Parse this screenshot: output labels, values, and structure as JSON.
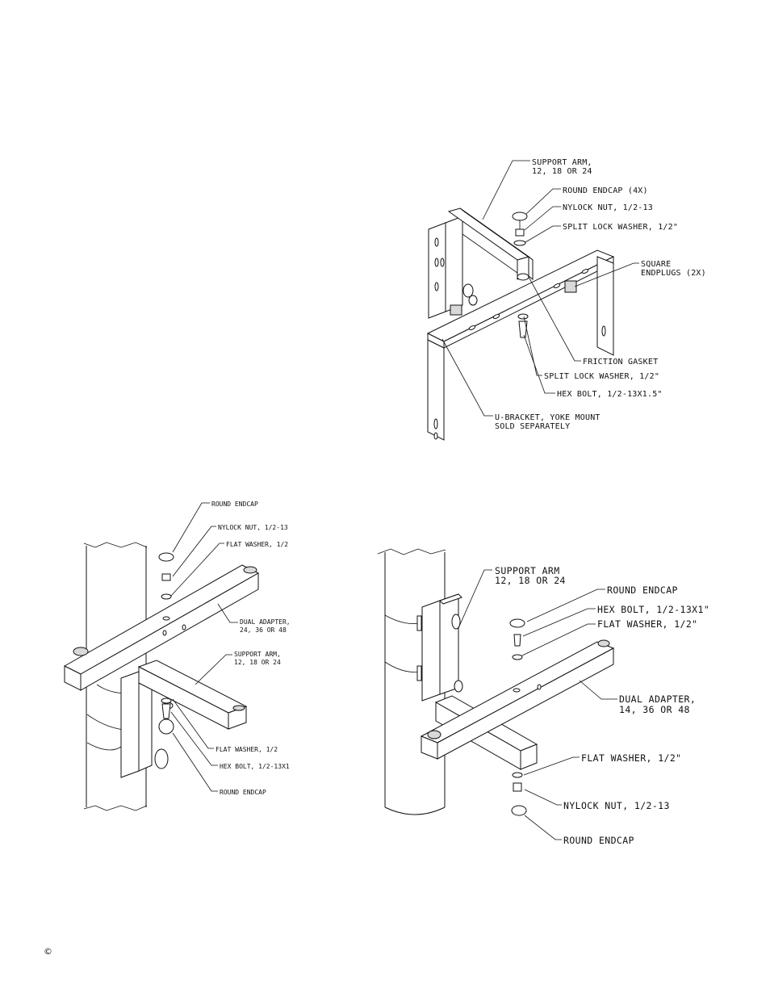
{
  "diagram_top": {
    "labels": {
      "support_arm": [
        "SUPPORT ARM,",
        "12, 18 OR 24"
      ],
      "round_endcap": "ROUND ENDCAP (4X)",
      "nylock_nut": "NYLOCK NUT, 1/2-13",
      "split_lock_washer_top": "SPLIT LOCK WASHER, 1/2\"",
      "square_endplugs": [
        "SQUARE",
        "ENDPLUGS (2X)"
      ],
      "friction_gasket": "FRICTION GASKET",
      "split_lock_washer_bottom": "SPLIT LOCK WASHER, 1/2\"",
      "hex_bolt": "HEX BOLT, 1/2-13X1.5\"",
      "u_bracket": [
        "U-BRACKET, YOKE MOUNT",
        "SOLD SEPARATELY"
      ]
    }
  },
  "diagram_left": {
    "labels": {
      "round_endcap_top": "ROUND ENDCAP",
      "nylock_nut": "NYLOCK NUT, 1/2-13",
      "flat_washer_top": "FLAT WASHER, 1/2",
      "dual_adapter": [
        "DUAL ADAPTER,",
        "24, 36 OR 48"
      ],
      "support_arm": [
        "SUPPORT ARM,",
        "12, 18 OR 24"
      ],
      "flat_washer_bottom": "FLAT WASHER, 1/2",
      "hex_bolt": "HEX BOLT, 1/2-13X1",
      "round_endcap_bottom": "ROUND ENDCAP"
    }
  },
  "diagram_right": {
    "labels": {
      "support_arm": [
        "SUPPORT ARM",
        "12, 18 OR 24"
      ],
      "round_endcap_top": "ROUND ENDCAP",
      "hex_bolt": "HEX BOLT, 1/2-13X1\"",
      "flat_washer_top": "FLAT WASHER, 1/2\"",
      "dual_adapter": [
        "DUAL ADAPTER,",
        "14, 36 OR 48"
      ],
      "flat_washer_bottom": "FLAT WASHER, 1/2\"",
      "nylock_nut": "NYLOCK NUT, 1/2-13",
      "round_endcap_bottom": "ROUND ENDCAP"
    }
  },
  "footer": {
    "copyright_symbol": "©"
  }
}
